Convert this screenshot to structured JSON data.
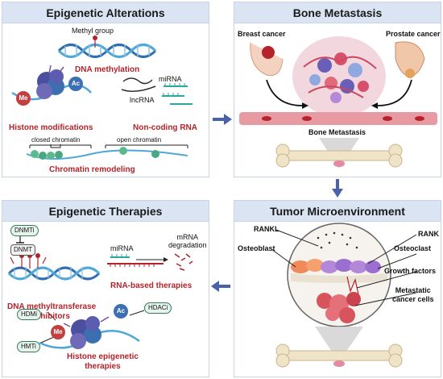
{
  "panels": {
    "epigenetic_alterations": {
      "title": "Epigenetic Alterations",
      "methyl_group": "Methyl group",
      "dna_methylation": "DNA methylation",
      "me": "Me",
      "ac": "Ac",
      "histone_modifications": "Histone modifications",
      "mirna": "miRNA",
      "lncrna": "lncRNA",
      "non_coding_rna": "Non-coding RNA",
      "closed_chromatin": "closed chromatin",
      "open_chromatin": "open chromatin",
      "chromatin_remodeling": "Chromatin remodeling"
    },
    "bone_metastasis": {
      "title": "Bone Metastasis",
      "breast_cancer": "Breast cancer",
      "prostate_cancer": "Prostate cancer",
      "bone_metastasis_label": "Bone Metastasis"
    },
    "epigenetic_therapies": {
      "title": "Epigenetic Therapies",
      "dnmti": "DNMTi",
      "dnmt": "DNMT",
      "dna_methyltransferase_line1": "DNA methyltransferase",
      "dna_methyltransferase_line2": "inhibitors",
      "mirna": "miRNA",
      "mrna_line1": "mRNA",
      "mrna_line2": "degradation",
      "rna_based": "RNA-based therapies",
      "hdmi": "HDMi",
      "hmti": "HMTi",
      "hdaci": "HDACi",
      "me": "Me",
      "ac": "Ac",
      "histone_line1": "Histone epigenetic",
      "histone_line2": "therapies"
    },
    "tumor_microenvironment": {
      "title": "Tumor Microenvironment",
      "rankl": "RANKL",
      "rank": "RANK",
      "osteoblast": "Osteoblast",
      "osteoclast": "Osteoclast",
      "growth_factors": "Growth factors",
      "metastatic_line1": "Metastatic",
      "metastatic_line2": "cancer cells"
    }
  },
  "colors": {
    "panel_header": "#dbe4f3",
    "accent_red": "#b5222a",
    "arrow_blue": "#4a63a8",
    "dna_blue": "#2f6fb0",
    "histone_purple": "#4b4fa0"
  }
}
